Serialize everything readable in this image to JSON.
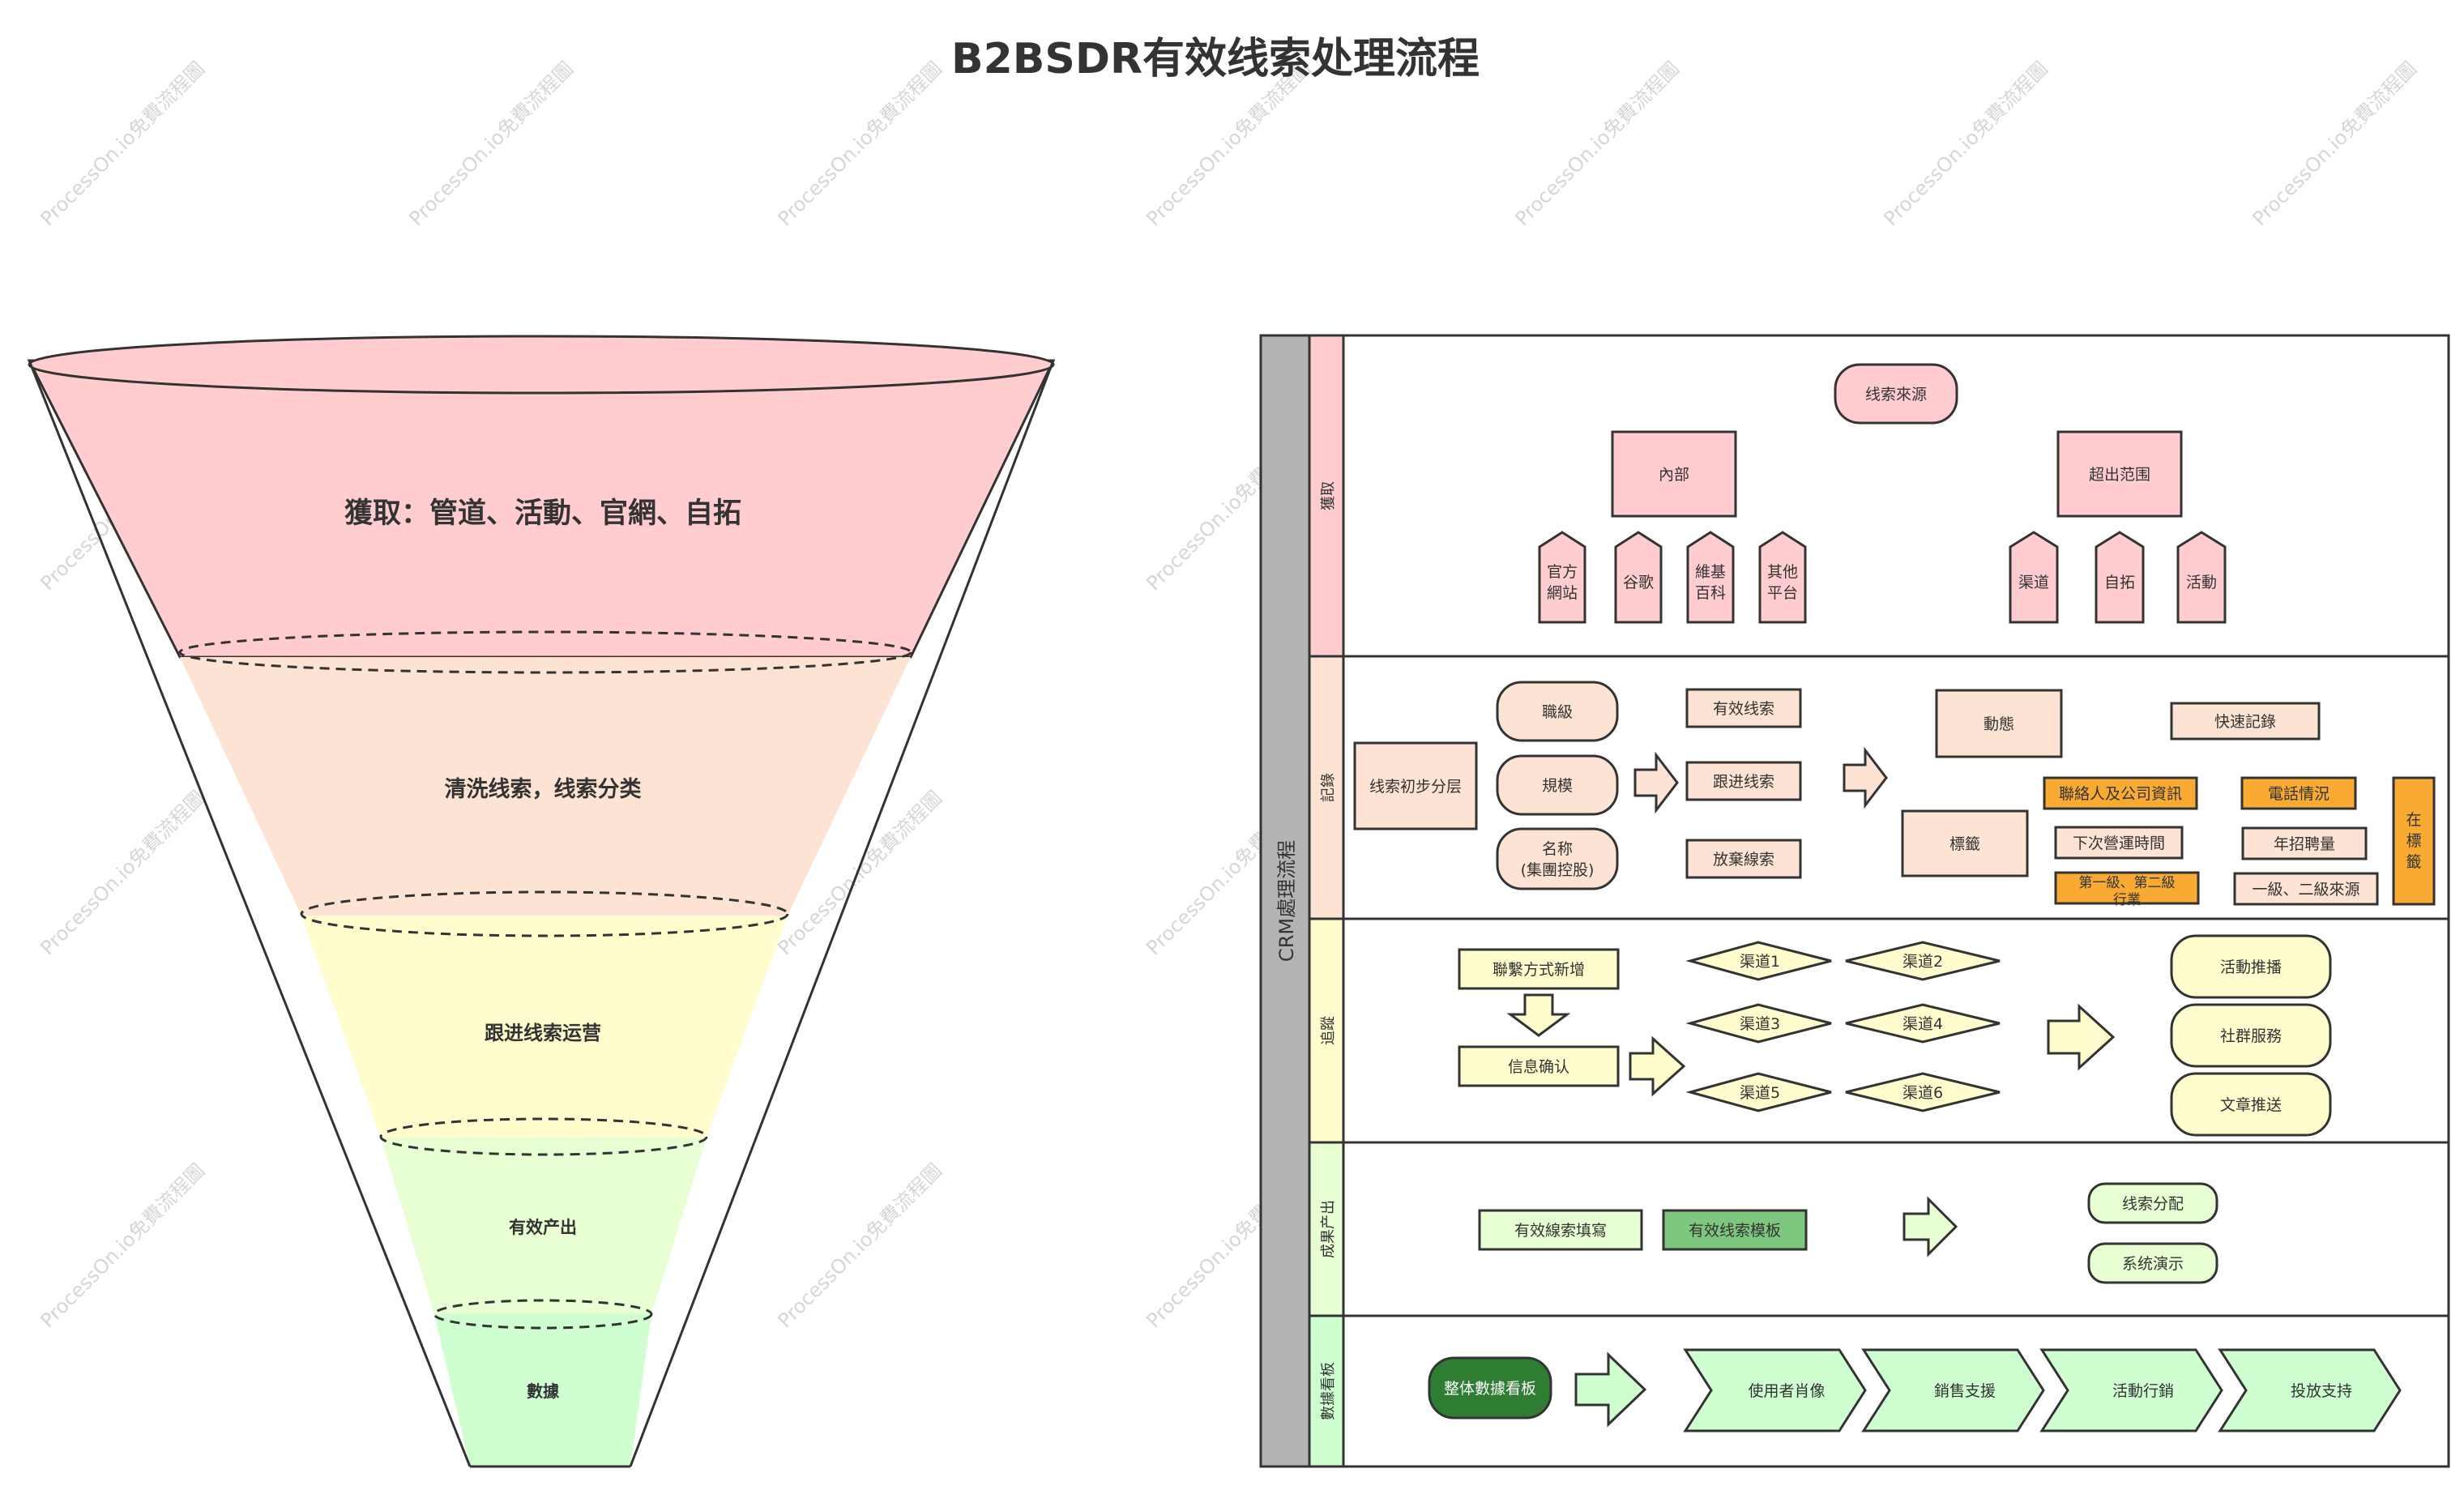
{
  "title": "B2BSDR有效线索处理流程",
  "watermark": "ProcessOn.io免費流程圖",
  "funnel": [
    {
      "label": "獲取：管道、活動、官網、自拓",
      "color": "#ffcdd0"
    },
    {
      "label": "清洗线索，线索分类",
      "color": "#fde3d3"
    },
    {
      "label": "跟进线索运营",
      "color": "#fffdcd"
    },
    {
      "label": "有效产出",
      "color": "#e8ffd3"
    },
    {
      "label": "數據",
      "color": "#cfffd0"
    }
  ],
  "swimlane": {
    "title": "CRM處理流程",
    "lanes": [
      {
        "label": "獲取",
        "color": "#ffcdd0"
      },
      {
        "label": "記錄",
        "color": "#fde3d3"
      },
      {
        "label": "追蹤",
        "color": "#fffdcd"
      },
      {
        "label": "成果产出",
        "color": "#e8ffd3"
      },
      {
        "label": "數據看板",
        "color": "#cfffd0"
      }
    ]
  },
  "acquire": {
    "source": "线索來源",
    "internal": "內部",
    "external": "超出范围",
    "internal_items": [
      [
        "官方",
        "網站"
      ],
      [
        "谷歌"
      ],
      [
        "維基",
        "百科"
      ],
      [
        "其他",
        "平台"
      ]
    ],
    "external_items": [
      "渠道",
      "自拓",
      "活動"
    ]
  },
  "record": {
    "initial": "线索初步分层",
    "attrs": [
      "職級",
      "規模"
    ],
    "name_attr": [
      "名称",
      "(集團控股)"
    ],
    "status": [
      "有效线索",
      "跟进线索",
      "放棄線索"
    ],
    "dynamic": "動態",
    "tags": "標籤",
    "quick": "快速記錄",
    "contact": "聯絡人及公司資訊",
    "phone": "電話情況",
    "next": "下次營運時間",
    "hiring": "年招聘量",
    "industry": [
      "第一級、第二級",
      "行業"
    ],
    "source_level": "一級、二級來源",
    "in_tags": [
      "在",
      "標",
      "籤"
    ]
  },
  "track": {
    "contact_add": "聯繫方式新增",
    "confirm": "信息确认",
    "channels": [
      "渠道1",
      "渠道2",
      "渠道3",
      "渠道4",
      "渠道5",
      "渠道6"
    ],
    "ops": [
      "活動推播",
      "社群服務",
      "文章推送"
    ]
  },
  "output": {
    "fill": "有效線索填寫",
    "template": "有效线索模板",
    "assign": "线索分配",
    "demo": "系统演示"
  },
  "board": {
    "overall": "整体數據看板",
    "steps": [
      "使用者肖像",
      "銷售支援",
      "活動行銷",
      "投放支持"
    ]
  }
}
